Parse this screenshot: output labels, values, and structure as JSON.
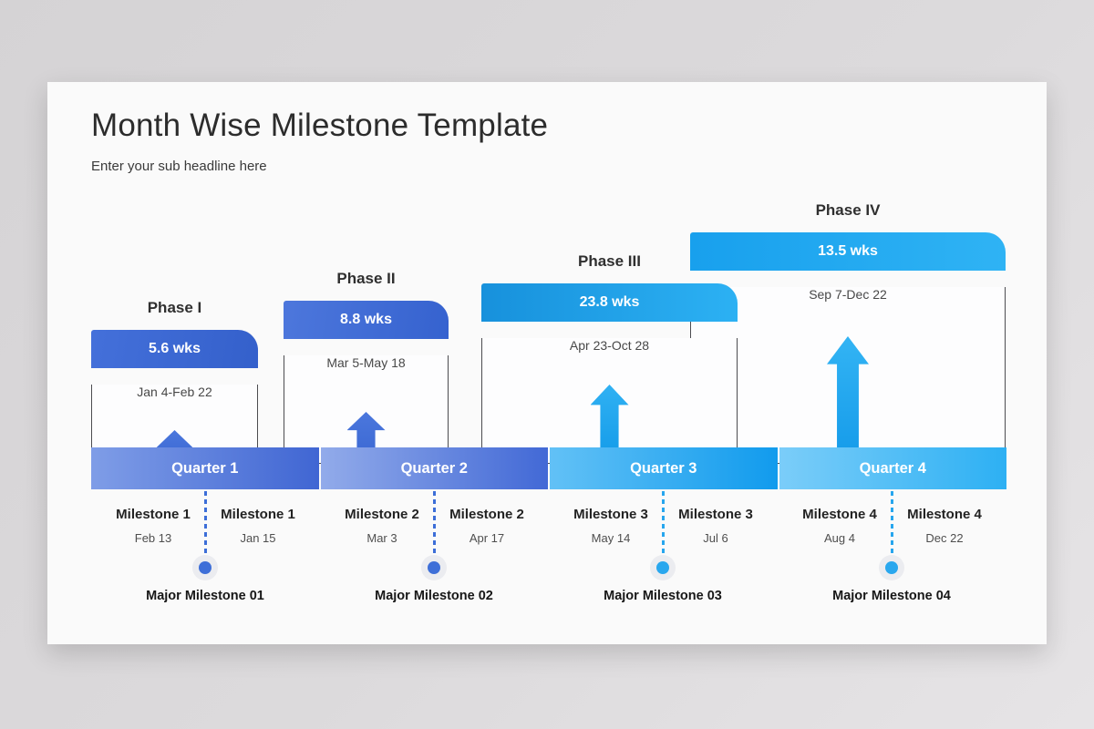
{
  "page": {
    "title": "Month Wise Milestone Template",
    "subtitle": "Enter your sub headline here"
  },
  "phases": [
    {
      "name": "Phase I",
      "duration": "5.6 wks",
      "date_range": "Jan 4-Feb 22"
    },
    {
      "name": "Phase II",
      "duration": "8.8 wks",
      "date_range": "Mar 5-May 18"
    },
    {
      "name": "Phase III",
      "duration": "23.8 wks",
      "date_range": "Apr 23-Oct 28"
    },
    {
      "name": "Phase IV",
      "duration": "13.5 wks",
      "date_range": "Sep 7-Dec 22"
    }
  ],
  "quarters": [
    {
      "label": "Quarter 1"
    },
    {
      "label": "Quarter 2"
    },
    {
      "label": "Quarter 3"
    },
    {
      "label": "Quarter 4"
    }
  ],
  "milestones": [
    {
      "left": {
        "label": "Milestone 1",
        "date": "Feb 13"
      },
      "right": {
        "label": "Milestone 1",
        "date": "Jan 15"
      },
      "major": "Major Milestone 01"
    },
    {
      "left": {
        "label": "Milestone 2",
        "date": "Mar 3"
      },
      "right": {
        "label": "Milestone 2",
        "date": "Apr 17"
      },
      "major": "Major Milestone 02"
    },
    {
      "left": {
        "label": "Milestone 3",
        "date": "May 14"
      },
      "right": {
        "label": "Milestone 3",
        "date": "Jul 6"
      },
      "major": "Major Milestone 03"
    },
    {
      "left": {
        "label": "Milestone 4",
        "date": "Aug 4"
      },
      "right": {
        "label": "Milestone 4",
        "date": "Dec 22"
      },
      "major": "Major Milestone 04"
    }
  ],
  "colors": {
    "royal_blue": "#3e6bd5",
    "sky_blue": "#1e9fea",
    "text_dark": "#2c2c2c"
  }
}
